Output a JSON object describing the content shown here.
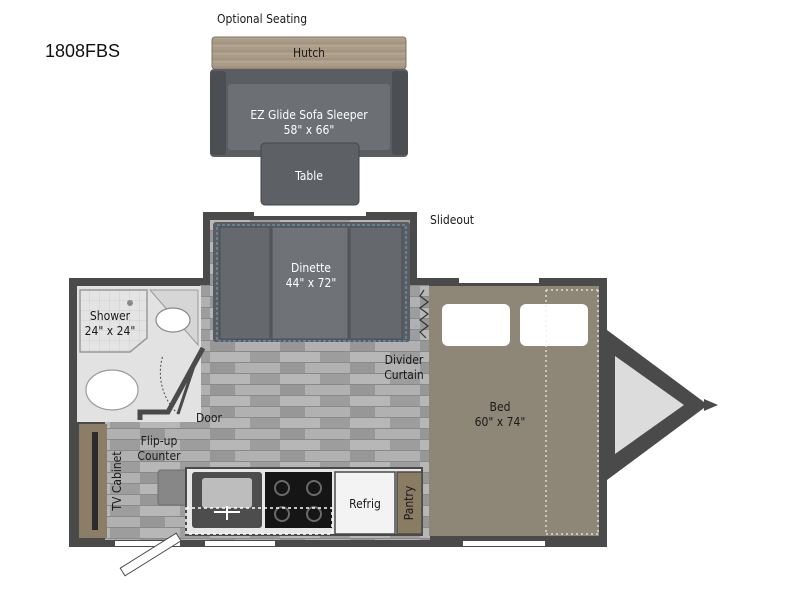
{
  "model": "1808FBS",
  "optional_seating": "Optional Seating",
  "hutch": "Hutch",
  "sofa": {
    "name": "EZ Glide Sofa Sleeper",
    "size": "58\" x 66\""
  },
  "table": "Table",
  "slideout": "Slideout",
  "dinette": {
    "name": "Dinette",
    "size": "44\" x 72\""
  },
  "shower": {
    "name": "Shower",
    "size": "24\" x 24\""
  },
  "divider_curtain": {
    "line1": "Divider",
    "line2": "Curtain"
  },
  "door": "Door",
  "bed": {
    "name": "Bed",
    "size": "60\" x 74\""
  },
  "flip_up_counter": {
    "line1": "Flip-up",
    "line2": "Counter"
  },
  "tv_cabinet": "TV Cabinet",
  "refrig": "Refrig",
  "pantry": "Pantry",
  "colors": {
    "wall": "#4a4a4a",
    "floor": "#a6a6a6",
    "bed": "#8e8676",
    "sofa": "#5a5d62",
    "hutch": "#a99a86"
  }
}
